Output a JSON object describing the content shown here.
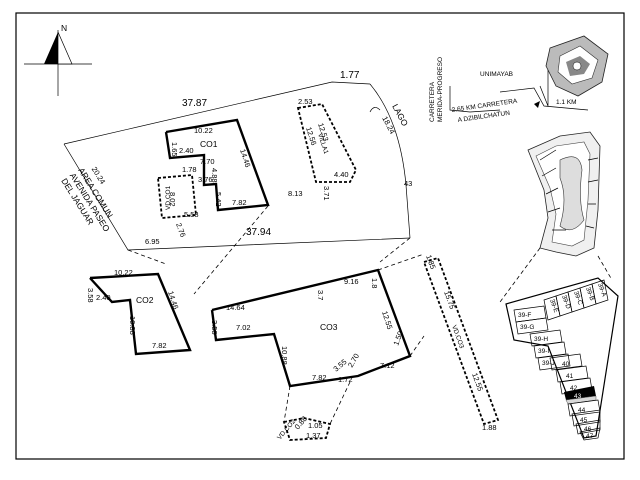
{
  "compass": {
    "north_label": "N"
  },
  "terreno": {
    "top": "37.87",
    "bottom": "37.94",
    "corner_tr": "1.77",
    "left_side": "20.24",
    "right_lower": "43",
    "lago_label": "LAGO",
    "lago_dim": "18.24",
    "area_comun": [
      "AREA COMUN",
      "AVENIDA PASEO",
      "DEL JAGUAR"
    ]
  },
  "top_figures": {
    "co1_label": "CO1",
    "co1_dims": [
      "10.22",
      "14.46",
      "7.82",
      "2.40",
      "1.65",
      "7.70",
      "4.88",
      "5.42",
      "5.58",
      "1.78",
      "3.76",
      "2.76",
      "8.02",
      "6.95"
    ],
    "vd_co1_label": "VD.CO1",
    "villa_label": "VILLA1",
    "villa_dims": [
      "2.53",
      "12.53",
      "12.56",
      "4.40",
      "3.71"
    ],
    "extra_dims": [
      "8.13"
    ]
  },
  "co2": {
    "label": "CO2",
    "dims": [
      "10.22",
      "3.58",
      "2.40",
      "14.46",
      "10.88",
      "7.82"
    ]
  },
  "co3": {
    "label": "CO3",
    "dims": [
      "14.64",
      "3.7",
      "9.16",
      "1.8",
      "3.58",
      "7.02",
      "12.55",
      "10.88",
      "7.82",
      "3.55",
      "1.72",
      "2.70",
      "7.12",
      "1.50"
    ]
  },
  "vd_co3": {
    "label": "VD.CO3",
    "dims": [
      "1.85",
      "15.75",
      "12.55",
      "1.88"
    ]
  },
  "vd_co2": {
    "label": "VD.CO2",
    "dims": [
      "1.05",
      "0.88",
      "1.37"
    ]
  },
  "location": {
    "carretera": [
      "CARRETERA",
      "MERIDA-PROGRESO"
    ],
    "unimayab": "UNIMAYAB",
    "km_short": "1.1 KM",
    "km_long": [
      "2.65 KM CARRETERA",
      "A DZIBILCHATUN"
    ]
  },
  "lots": {
    "rows": [
      "39-F",
      "39-G",
      "39-H",
      "39-I",
      "39-J",
      "40",
      "41",
      "42",
      "43",
      "44",
      "45",
      "46",
      "47"
    ],
    "top_row": [
      "39-E",
      "39-D",
      "39-C",
      "39-B",
      "39-A"
    ],
    "highlighted": "42"
  }
}
